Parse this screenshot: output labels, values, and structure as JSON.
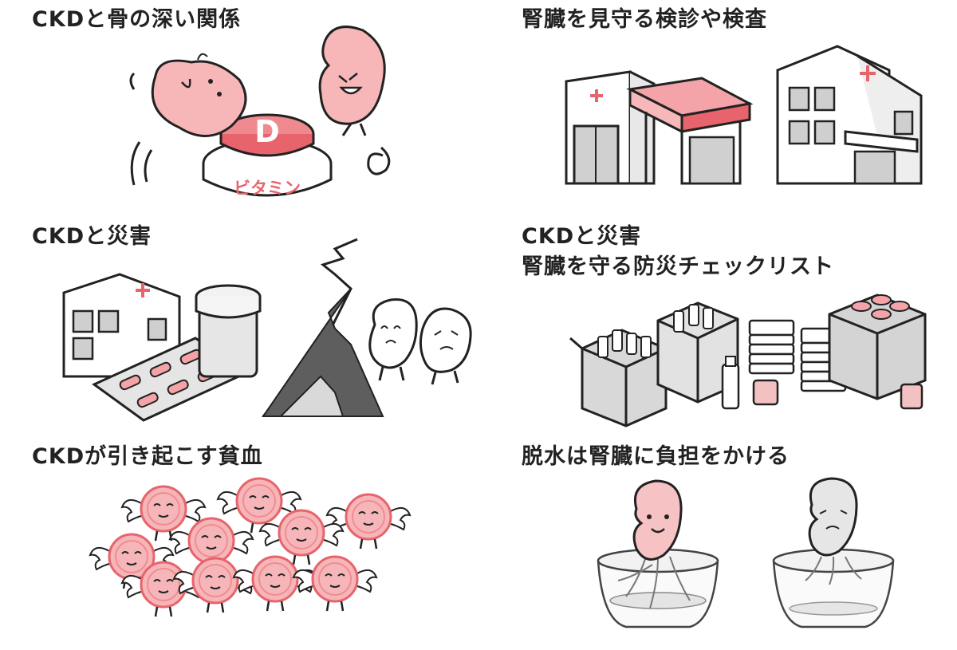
{
  "panels": [
    {
      "title": "CKDと骨の深い関係",
      "label_d": "D",
      "label_vitamin": "ビタミン",
      "icon": "vitamin-d-kidneys-illustration"
    },
    {
      "title": "腎臓を見守る検診や検査",
      "icon": "hospitals-illustration"
    },
    {
      "title": "CKDと災害",
      "icon": "disaster-medicine-illustration"
    },
    {
      "title": "CKDと災害",
      "title_line2": "腎臓を守る防災チェックリスト",
      "icon": "emergency-supplies-illustration"
    },
    {
      "title": "CKDが引き起こす貧血",
      "icon": "red-blood-cells-illustration"
    },
    {
      "title": "脱水は腎臓に負担をかける",
      "icon": "dehydrated-kidney-illustration"
    }
  ],
  "colors": {
    "pink": "#f4a4a8",
    "pink_light": "#fbd3d3",
    "red": "#e7646c",
    "gray": "#8a8a8a",
    "gray_light": "#dcdcdc",
    "ink": "#222222"
  }
}
